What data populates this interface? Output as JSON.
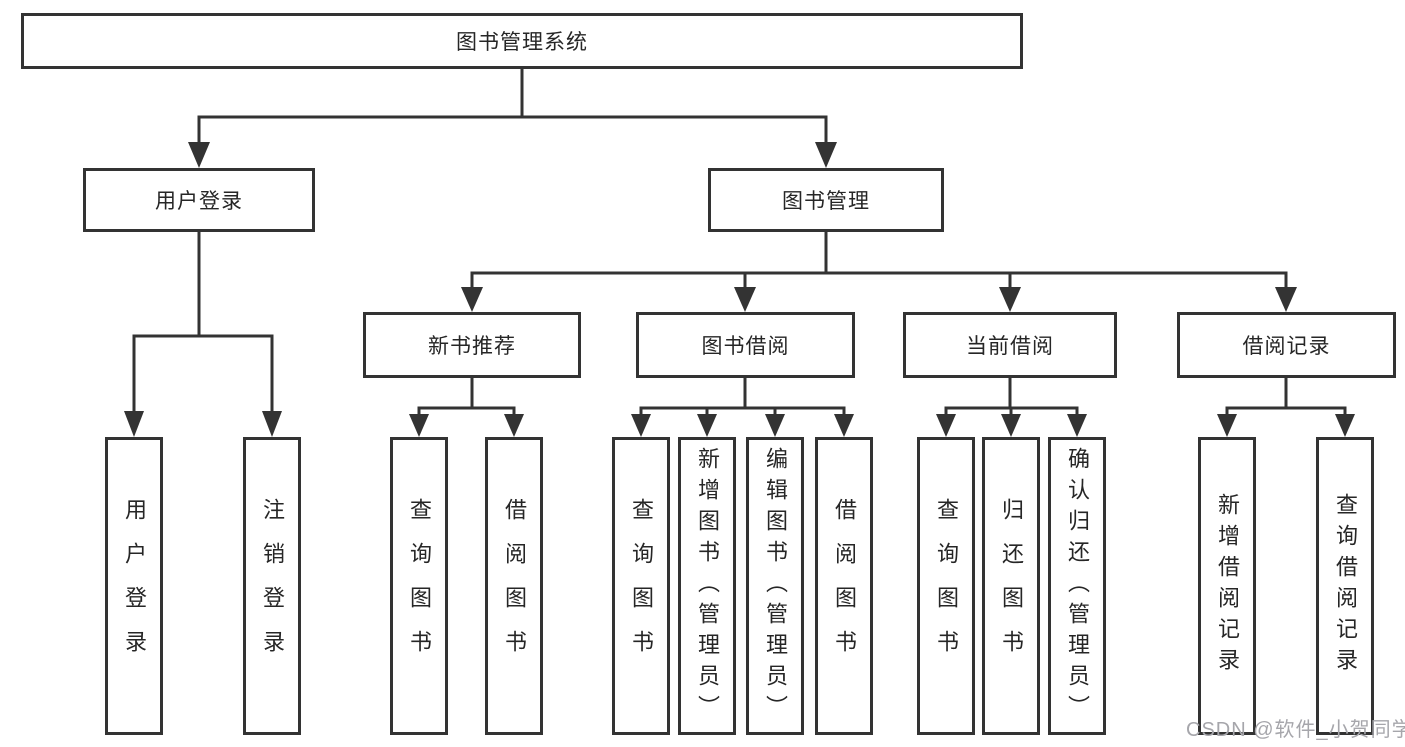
{
  "diagram": {
    "root": {
      "label": "图书管理系统"
    },
    "branches": [
      {
        "label": "用户登录",
        "children": [
          {
            "label": "用户登录"
          },
          {
            "label": "注销登录"
          }
        ]
      },
      {
        "label": "图书管理",
        "children": [
          {
            "label": "新书推荐",
            "children": [
              {
                "label": "查询图书"
              },
              {
                "label": "借阅图书"
              }
            ]
          },
          {
            "label": "图书借阅",
            "children": [
              {
                "label": "查询图书"
              },
              {
                "label": "新增图书（管理员）"
              },
              {
                "label": "编辑图书（管理员）"
              },
              {
                "label": "借阅图书"
              }
            ]
          },
          {
            "label": "当前借阅",
            "children": [
              {
                "label": "查询图书"
              },
              {
                "label": "归还图书"
              },
              {
                "label": "确认归还（管理员）"
              }
            ]
          },
          {
            "label": "借阅记录",
            "children": [
              {
                "label": "新增借阅记录"
              },
              {
                "label": "查询借阅记录"
              }
            ]
          }
        ]
      }
    ]
  },
  "watermark": {
    "text": "CSDN @软件_小贺同学",
    "color": "#a6a6ab"
  },
  "colors": {
    "line": "#333333",
    "text": "#262626",
    "background": "#ffffff"
  }
}
